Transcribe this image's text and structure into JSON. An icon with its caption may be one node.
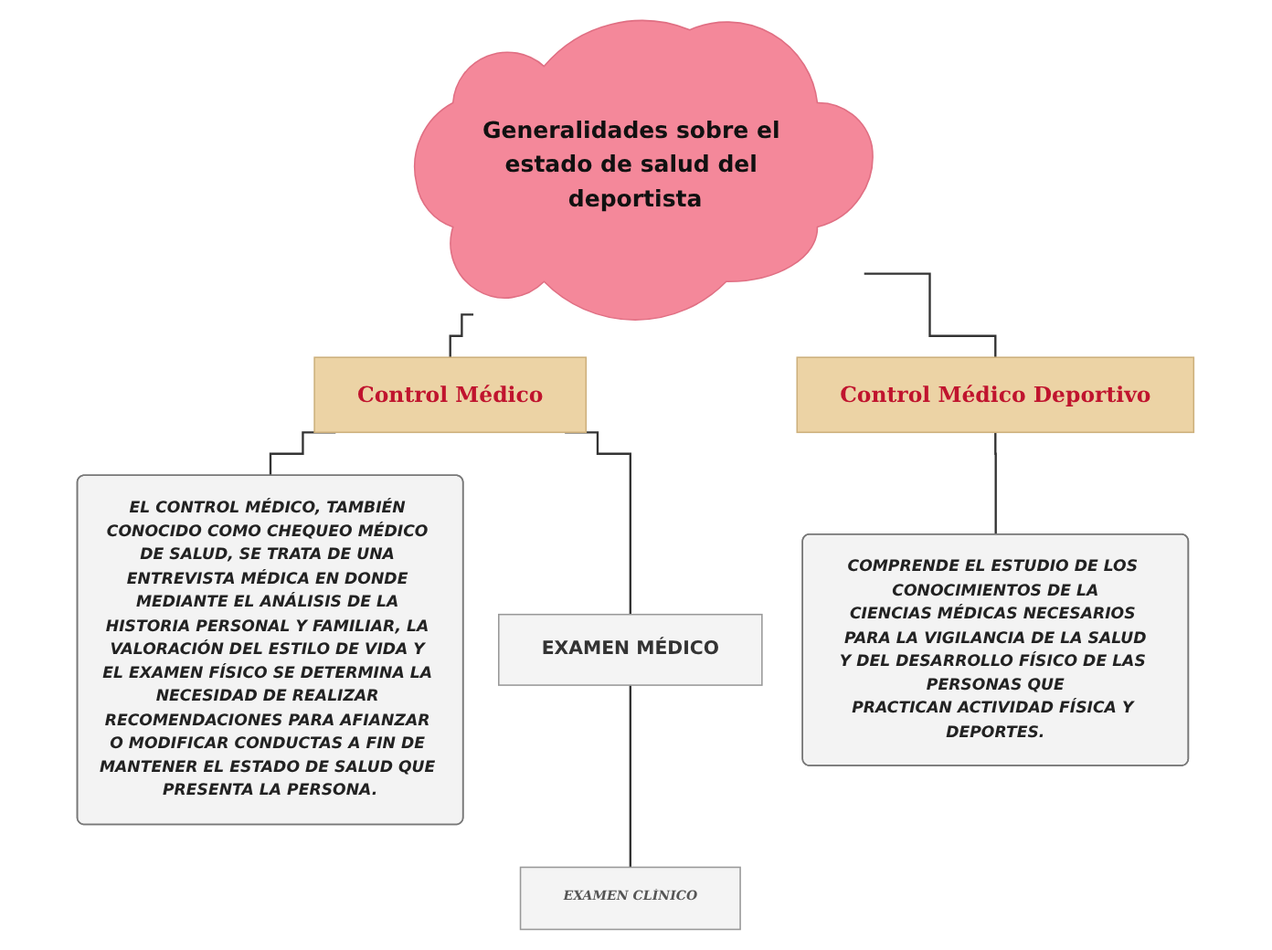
{
  "diagram": {
    "nodes": [
      {
        "text": [
          "Generalidades sobre el estado de salud del deportista"
        ]
      },
      {
        "text": [
          "Control Médico"
        ]
      },
      {
        "text": [
          "EL CONTROL MÉDICO, TAMBIÉN CONOCIDO COMO CHEQUEO MÉDICO DE SALUD, SE TRATA DE UNA ENTREVISTA MÉDICA EN DONDE MEDIANTE EL ANÁLISIS DE LA HISTORIA PERSONAL Y FAMILIAR, LA VALORACIÓN DEL ESTILO DE VIDA Y EL EXAMEN FÍSICO SE DETERMINA LA NECESIDAD DE REALIZAR RECOMENDACIONES PARA AFIANZAR O MODIFICAR CONDUCTAS A FIN DE MANTENER EL ESTADO DE SALUD QUE PRESENTA LA PERSONA."
        ]
      },
      {
        "text": [
          "EXAMEN MÉDICO"
        ]
      },
      {
        "text": [
          "EXAMEN CLÍNICO"
        ]
      },
      {
        "text": [
          "Control Médico Deportivo"
        ]
      },
      {
        "text": [
          "COMPRENDE EL ESTUDIO DE LOS CONOCIMIENTOS DE LA",
          "CIENCIAS MÉDICAS NECESARIOS PARA LA VIGILANCIA DE LA SALUD",
          "Y DEL DESARROLLO FÍSICO DE LAS PERSONAS QUE",
          "PRACTICAN ACTIVIDAD FÍSICA Y DEPORTES."
        ]
      }
    ],
    "edges": [
      {
        "from": 0,
        "to": 1,
        "arrow": "none"
      },
      {
        "from": 0,
        "to": 5,
        "arrow": "none"
      },
      {
        "from": 1,
        "to": 2,
        "arrow": "none"
      },
      {
        "from": 1,
        "to": 3,
        "arrow": "none"
      },
      {
        "from": 3,
        "to": 4,
        "arrow": "none"
      },
      {
        "from": 5,
        "to": 6,
        "arrow": "none"
      }
    ]
  }
}
